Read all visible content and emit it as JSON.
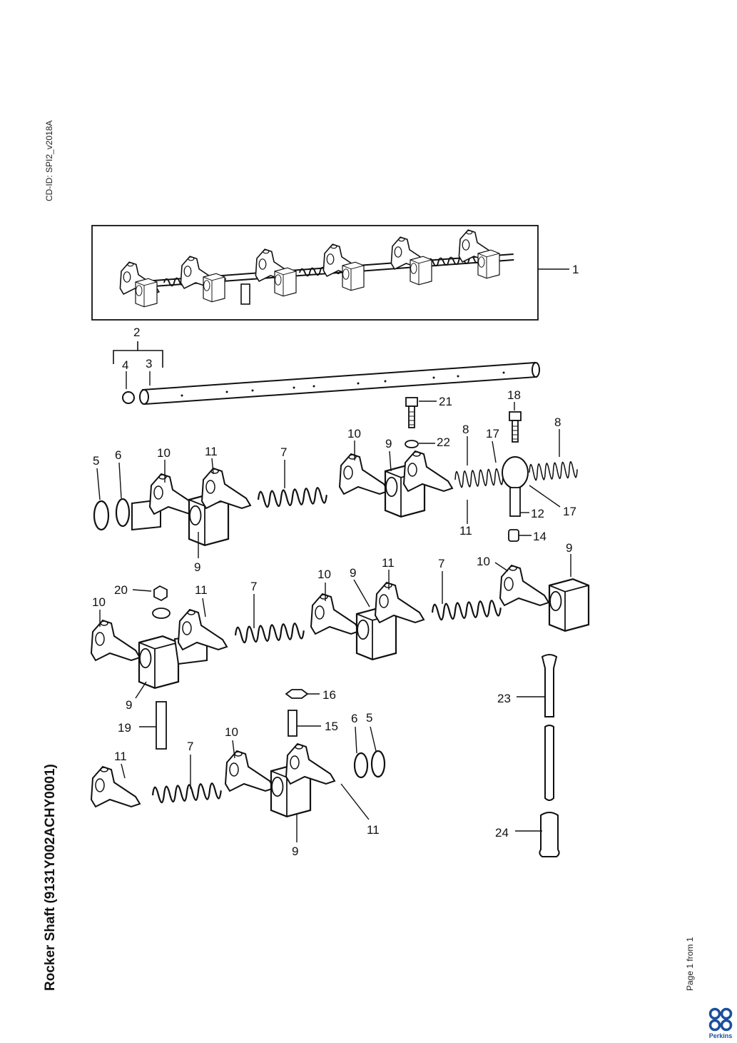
{
  "document": {
    "cd_id": "CD-ID: SPI2_v2018A",
    "title": "Rocker Shaft (9131Y002ACHY0001)",
    "page": "Page 1 from 1",
    "brand": "Perkins"
  },
  "callouts": {
    "c1": "1",
    "c2": "2",
    "c3": "3",
    "c4": "4",
    "c5a": "5",
    "c6a": "6",
    "c10a": "10",
    "c11a": "11",
    "c7a": "7",
    "c10b": "10",
    "c9a": "9",
    "c8a": "8",
    "c17a": "17",
    "c8b": "8",
    "c21": "21",
    "c22": "22",
    "c18": "18",
    "c9b": "9",
    "c11b": "11",
    "c12": "12",
    "c17b": "17",
    "c14": "14",
    "c20": "20",
    "c11c": "11",
    "c7b": "7",
    "c10c": "10",
    "c9c": "9",
    "c11d": "11",
    "c7c": "7",
    "c10d": "10",
    "c9d": "9",
    "c10e": "10",
    "c9e": "9",
    "c16": "16",
    "c15": "15",
    "c19": "19",
    "c23": "23",
    "c11e": "11",
    "c7d": "7",
    "c10f": "10",
    "c6b": "6",
    "c5b": "5",
    "c11f": "11",
    "c9f": "9",
    "c24": "24"
  }
}
